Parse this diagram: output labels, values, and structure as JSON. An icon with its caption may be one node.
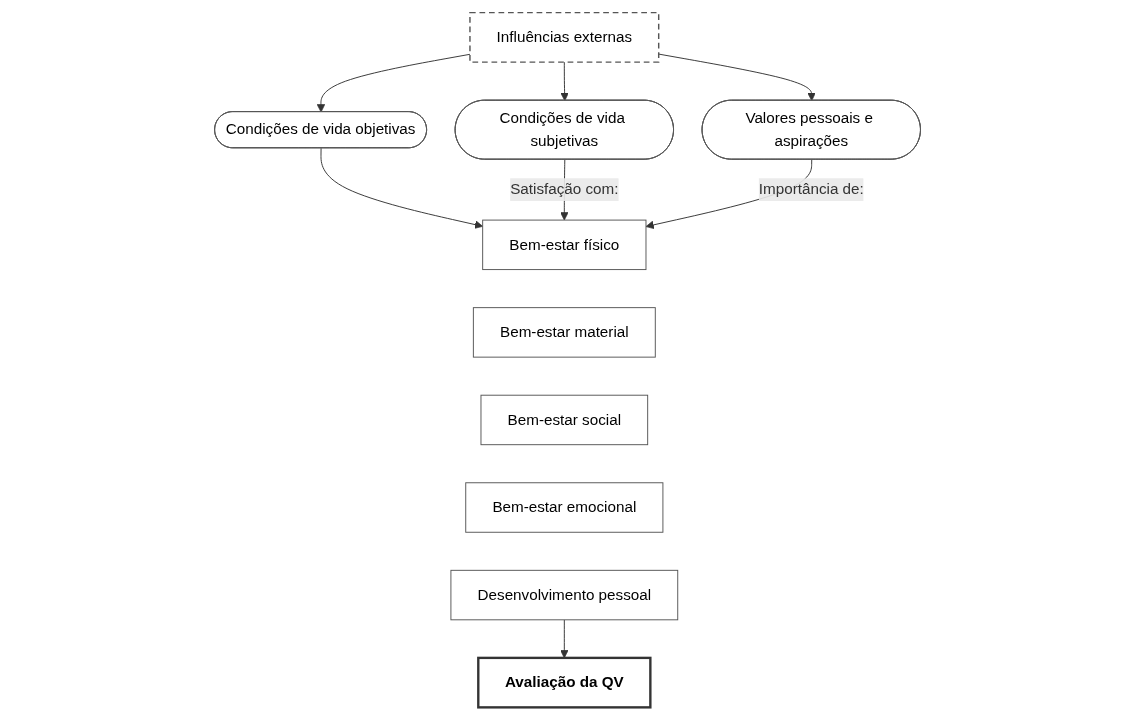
{
  "diagram": {
    "nodes": [
      {
        "text": [
          "Influências externas"
        ]
      },
      {
        "text": [
          "Condições de vida objetivas"
        ]
      },
      {
        "text": [
          "Condições de vida subjetivas"
        ]
      },
      {
        "text": [
          "Valores pessoais e aspirações"
        ]
      },
      {
        "text": [
          "Bem-estar físico"
        ]
      },
      {
        "text": [
          "Bem-estar material"
        ]
      },
      {
        "text": [
          "Bem-estar social"
        ]
      },
      {
        "text": [
          "Bem-estar emocional"
        ]
      },
      {
        "text": [
          "Desenvolvimento pessoal"
        ]
      },
      {
        "text": [
          "Avaliação da QV"
        ]
      }
    ],
    "edges": [
      {
        "from": 0,
        "to": 1,
        "arrow": "to"
      },
      {
        "from": 0,
        "to": 2,
        "arrow": "to"
      },
      {
        "from": 0,
        "to": 3,
        "arrow": "to"
      },
      {
        "from": 1,
        "to": 4,
        "arrow": "to"
      },
      {
        "from": 2,
        "to": 4,
        "arrow": "to",
        "label": "Satisfação com:"
      },
      {
        "from": 3,
        "to": 4,
        "arrow": "to",
        "label": "Importância de:"
      },
      {
        "from": 8,
        "to": 9,
        "arrow": "to"
      }
    ]
  }
}
